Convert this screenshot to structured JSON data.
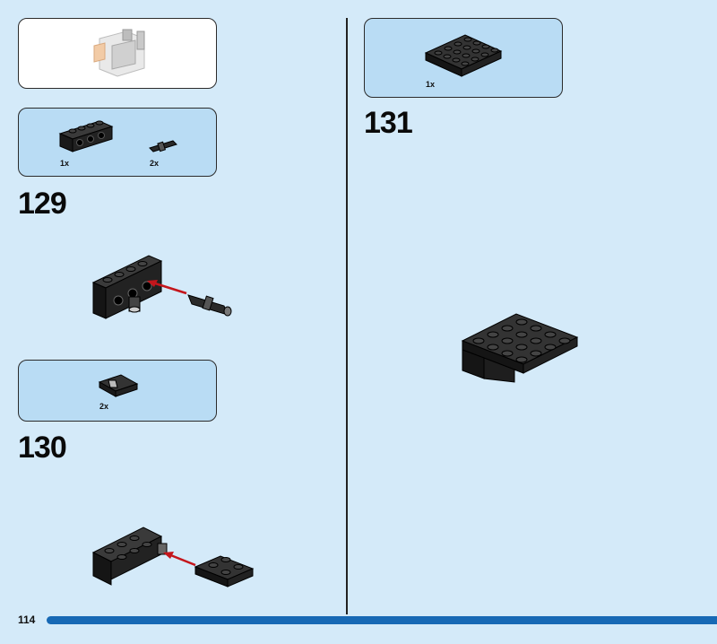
{
  "page": {
    "number": "114",
    "progress_color": "#1769b5",
    "background": "#d4eaf9"
  },
  "steps": [
    {
      "number": "129",
      "parts": [
        {
          "qty": "1x",
          "part": "technic-brick-1x4-black"
        },
        {
          "qty": "2x",
          "part": "technic-pin-black"
        }
      ]
    },
    {
      "number": "130",
      "parts": [
        {
          "qty": "2x",
          "part": "plate-2x2-black"
        }
      ]
    },
    {
      "number": "131",
      "parts": [
        {
          "qty": "1x",
          "part": "plate-4x4-black"
        }
      ]
    }
  ],
  "icons": {
    "arrow": "red-arrow-icon"
  }
}
